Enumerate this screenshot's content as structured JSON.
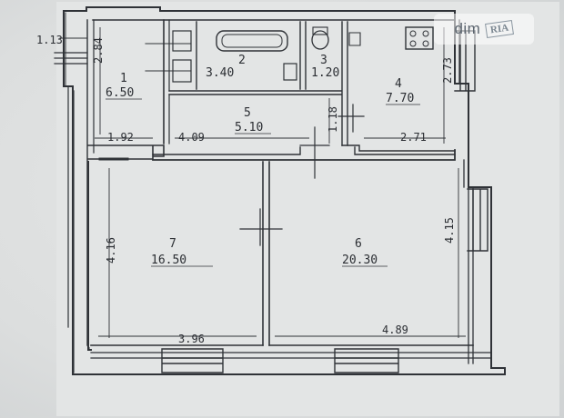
{
  "watermark": {
    "left": "dim",
    "right": "RIA"
  },
  "rooms": [
    {
      "id": "1",
      "area": "6.50"
    },
    {
      "id": "2",
      "area": "3.40"
    },
    {
      "id": "3",
      "area": "1.20"
    },
    {
      "id": "4",
      "area": "7.70"
    },
    {
      "id": "5",
      "area": "5.10"
    },
    {
      "id": "6",
      "area": "20.30"
    },
    {
      "id": "7",
      "area": "16.50"
    }
  ],
  "dimensions": {
    "top_left": "1.13",
    "hall_height": "2.84",
    "kitchen_height": "2.73",
    "corridor_height": "1.18",
    "hall_width": "1.92",
    "corridor_width": "4.09",
    "kitchen_width": "2.71",
    "room7_height": "4.16",
    "room6_height": "4.15",
    "room7_width": "3.96",
    "room6_width": "4.89"
  }
}
